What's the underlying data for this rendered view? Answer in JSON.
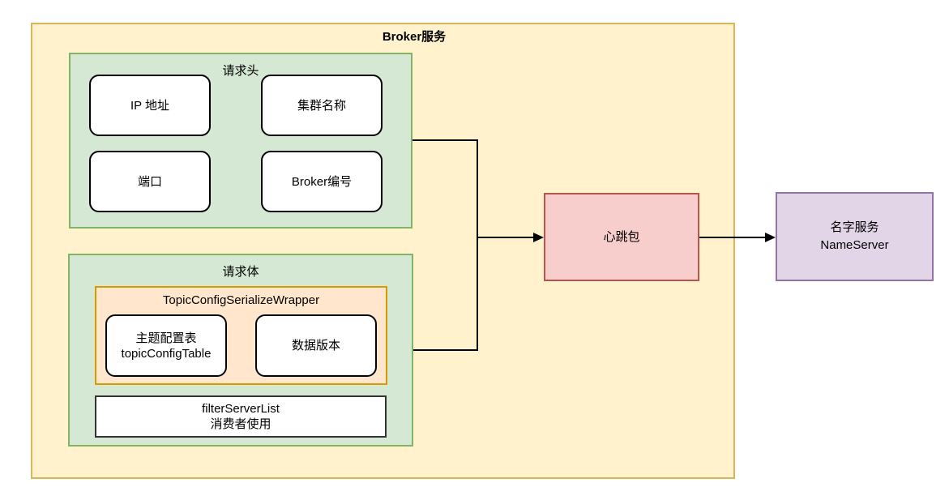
{
  "diagram": {
    "title": "Broker服务",
    "request_header": {
      "label": "请求头",
      "items": [
        {
          "label": "IP 地址"
        },
        {
          "label": "集群名称"
        },
        {
          "label": "端口"
        },
        {
          "label": "Broker编号"
        }
      ]
    },
    "request_body": {
      "label": "请求体",
      "wrapper": {
        "label": "TopicConfigSerializeWrapper",
        "topic_config": {
          "line1": "主题配置表",
          "line2": "topicConfigTable"
        },
        "data_version": {
          "label": "数据版本"
        }
      },
      "filter_server": {
        "line1": "filterServerList",
        "line2": "消费者使用"
      }
    },
    "heartbeat": {
      "label": "心跳包"
    },
    "nameserver": {
      "line1": "名字服务",
      "line2": "NameServer"
    },
    "colors": {
      "broker_fill": "#FFF2CC",
      "broker_border": "#D6B656",
      "section_fill": "#D5E8D4",
      "section_border": "#82B366",
      "wrapper_fill": "#FFE6CC",
      "wrapper_border": "#D79B00",
      "heartbeat_fill": "#F8CECC",
      "heartbeat_border": "#B85450",
      "nameserver_fill": "#E1D5E7",
      "nameserver_border": "#9673A6",
      "field_fill": "#FFFFFF",
      "edge_color": "#000000"
    }
  }
}
